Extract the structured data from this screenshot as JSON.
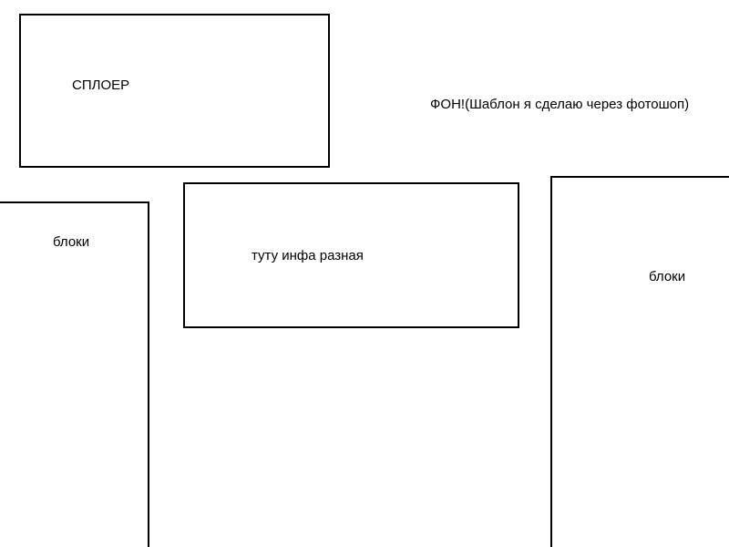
{
  "spoiler": {
    "label": "СПЛОЕР"
  },
  "background_note": {
    "text": "ФОН!(Шаблон я сделаю через фотошоп)"
  },
  "blocks_left": {
    "label": "блоки"
  },
  "info": {
    "label": "туту инфа разная"
  },
  "blocks_right": {
    "label": "блоки"
  },
  "colors": {
    "stroke": "#000000",
    "background": "#ffffff"
  }
}
